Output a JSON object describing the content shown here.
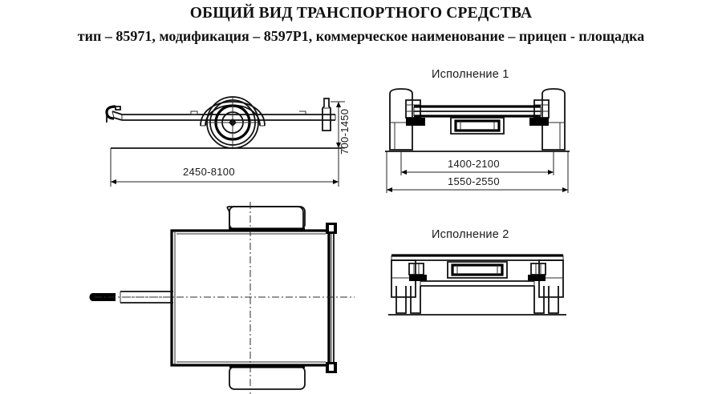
{
  "document": {
    "title": "ОБЩИЙ ВИД ТРАНСПОРТНОГО СРЕДСТВА",
    "subtitle": "тип – 85971, модификация – 8597Р1, коммерческое наименование – прицеп - площадка"
  },
  "side_view": {
    "name": "side-view",
    "dimensions": {
      "length": "2450-8100",
      "height": "700-1450"
    }
  },
  "rear_view_1": {
    "caption": "Исполнение 1",
    "dimensions": {
      "track": "1400-2100",
      "width": "1550-2550"
    }
  },
  "rear_view_2": {
    "caption": "Исполнение 2"
  },
  "plan_view": {
    "name": "plan-view"
  },
  "colors": {
    "line": "#111111",
    "background": "#ffffff",
    "text": "#1a1a1a"
  }
}
